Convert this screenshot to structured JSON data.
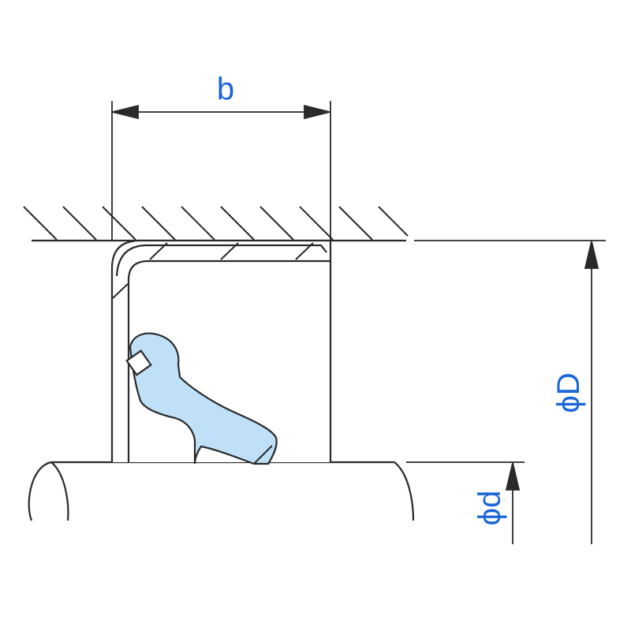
{
  "labels": {
    "width": "b",
    "outer_diameter": "ϕD",
    "inner_diameter": "ϕd"
  },
  "colors": {
    "line": "#2a2a2a",
    "label": "#1a66d6",
    "seal_lip_fill": "#bfe0f7",
    "background": "#ffffff"
  }
}
